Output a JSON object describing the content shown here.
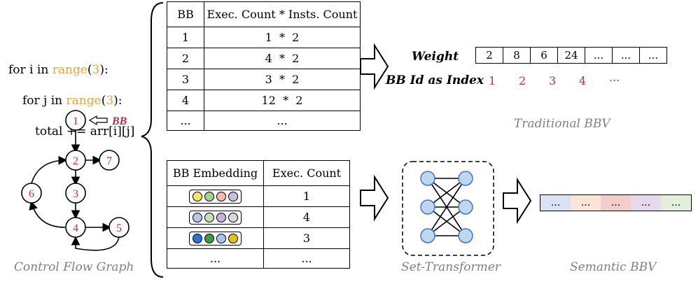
{
  "code": {
    "line1": {
      "a": "for i in ",
      "b": "range",
      "c": "(",
      "d": "3",
      "e": "):"
    },
    "line2": {
      "a": "for j in ",
      "b": "range",
      "c": "(",
      "d": "3",
      "e": "):"
    },
    "line3": "total += arr[i][j]"
  },
  "cfg": {
    "nodes": [
      "1",
      "2",
      "3",
      "4",
      "5",
      "6",
      "7"
    ],
    "bb_pointer": "BB",
    "caption": "Control Flow Graph"
  },
  "table_top": {
    "headers": [
      "BB",
      "Exec. Count * Insts. Count"
    ],
    "rows": [
      [
        "1",
        "1  *  2"
      ],
      [
        "2",
        "4  *  2"
      ],
      [
        "3",
        "3  *  2"
      ],
      [
        "4",
        "12  *  2"
      ],
      [
        "...",
        "..."
      ]
    ]
  },
  "table_bottom": {
    "headers": [
      "BB Embedding",
      "Exec. Count"
    ],
    "rows": [
      {
        "colors": [
          "#F5E66A",
          "#A7D08C",
          "#F4B9B2",
          "#C9C0E0"
        ],
        "count": "1"
      },
      {
        "colors": [
          "#B6C9EA",
          "#C6E0B4",
          "#C9B3DE",
          "#D9D9D9"
        ],
        "count": "4"
      },
      {
        "colors": [
          "#2E75D0",
          "#3E9B3E",
          "#A9C4EB",
          "#E5C01D"
        ],
        "count": "3"
      },
      {
        "colors": [],
        "count": "..."
      }
    ],
    "ellipsis": "..."
  },
  "traditional": {
    "weight_label": "Weight",
    "index_label": "BB Id as Index",
    "weights": [
      "2",
      "8",
      "6",
      "24",
      "...",
      "...",
      "..."
    ],
    "indices": [
      "1",
      "2",
      "3",
      "4",
      "..."
    ],
    "caption": "Traditional BBV"
  },
  "set_transformer": {
    "caption": "Set-Transformer"
  },
  "semantic": {
    "cells": [
      "...",
      "...",
      "...",
      "...",
      "..."
    ],
    "colors": [
      "#DAE3F3",
      "#FBE5D6",
      "#F4CCCC",
      "#E4DAEC",
      "#E2EFDA"
    ],
    "caption": "Semantic BBV"
  }
}
